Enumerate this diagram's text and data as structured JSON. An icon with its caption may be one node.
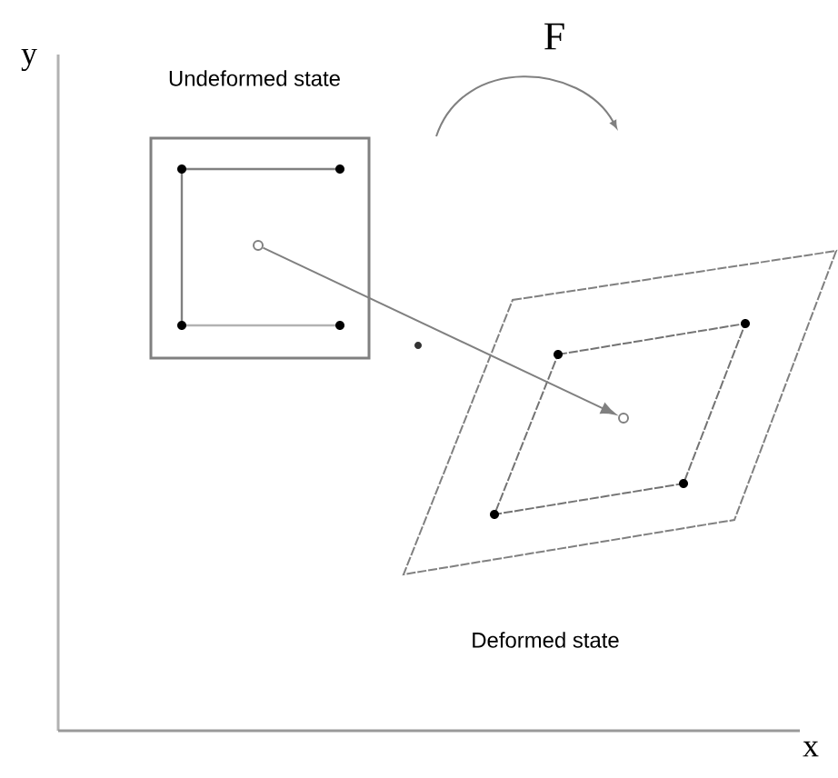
{
  "diagram": {
    "nodes": [
      {
        "text": [
          "Undeformed state"
        ]
      },
      {
        "text": [
          "Deformed state"
        ]
      },
      {
        "text": [],
        "shape": "circle",
        "in": 0
      },
      {
        "text": [],
        "shape": "circle",
        "in": 1
      }
    ],
    "edges": [
      {
        "from": 2,
        "to": 3,
        "arrow": "to"
      }
    ],
    "labels": [
      "F",
      "y",
      "x"
    ]
  }
}
